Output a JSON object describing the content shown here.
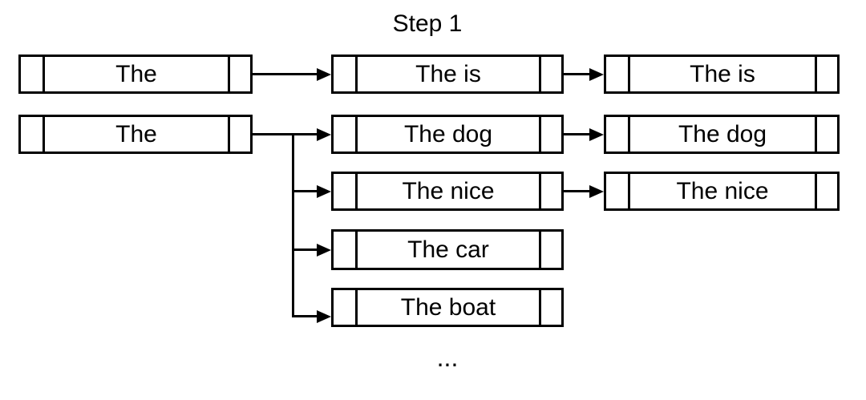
{
  "title": "Step 1",
  "ellipsis": "...",
  "colors": {
    "stroke": "#000000",
    "background": "#ffffff",
    "text": "#000000"
  },
  "nodes": [
    {
      "id": "beam-the-1",
      "label": "The"
    },
    {
      "id": "beam-the-2",
      "label": "The"
    },
    {
      "id": "candidate-the-is",
      "label": "The is"
    },
    {
      "id": "candidate-the-dog",
      "label": "The dog"
    },
    {
      "id": "candidate-the-nice",
      "label": "The nice"
    },
    {
      "id": "candidate-the-car",
      "label": "The car"
    },
    {
      "id": "candidate-the-boat",
      "label": "The boat"
    },
    {
      "id": "selected-the-is",
      "label": "The is"
    },
    {
      "id": "selected-the-dog",
      "label": "The dog"
    },
    {
      "id": "selected-the-nice",
      "label": "The nice"
    }
  ]
}
